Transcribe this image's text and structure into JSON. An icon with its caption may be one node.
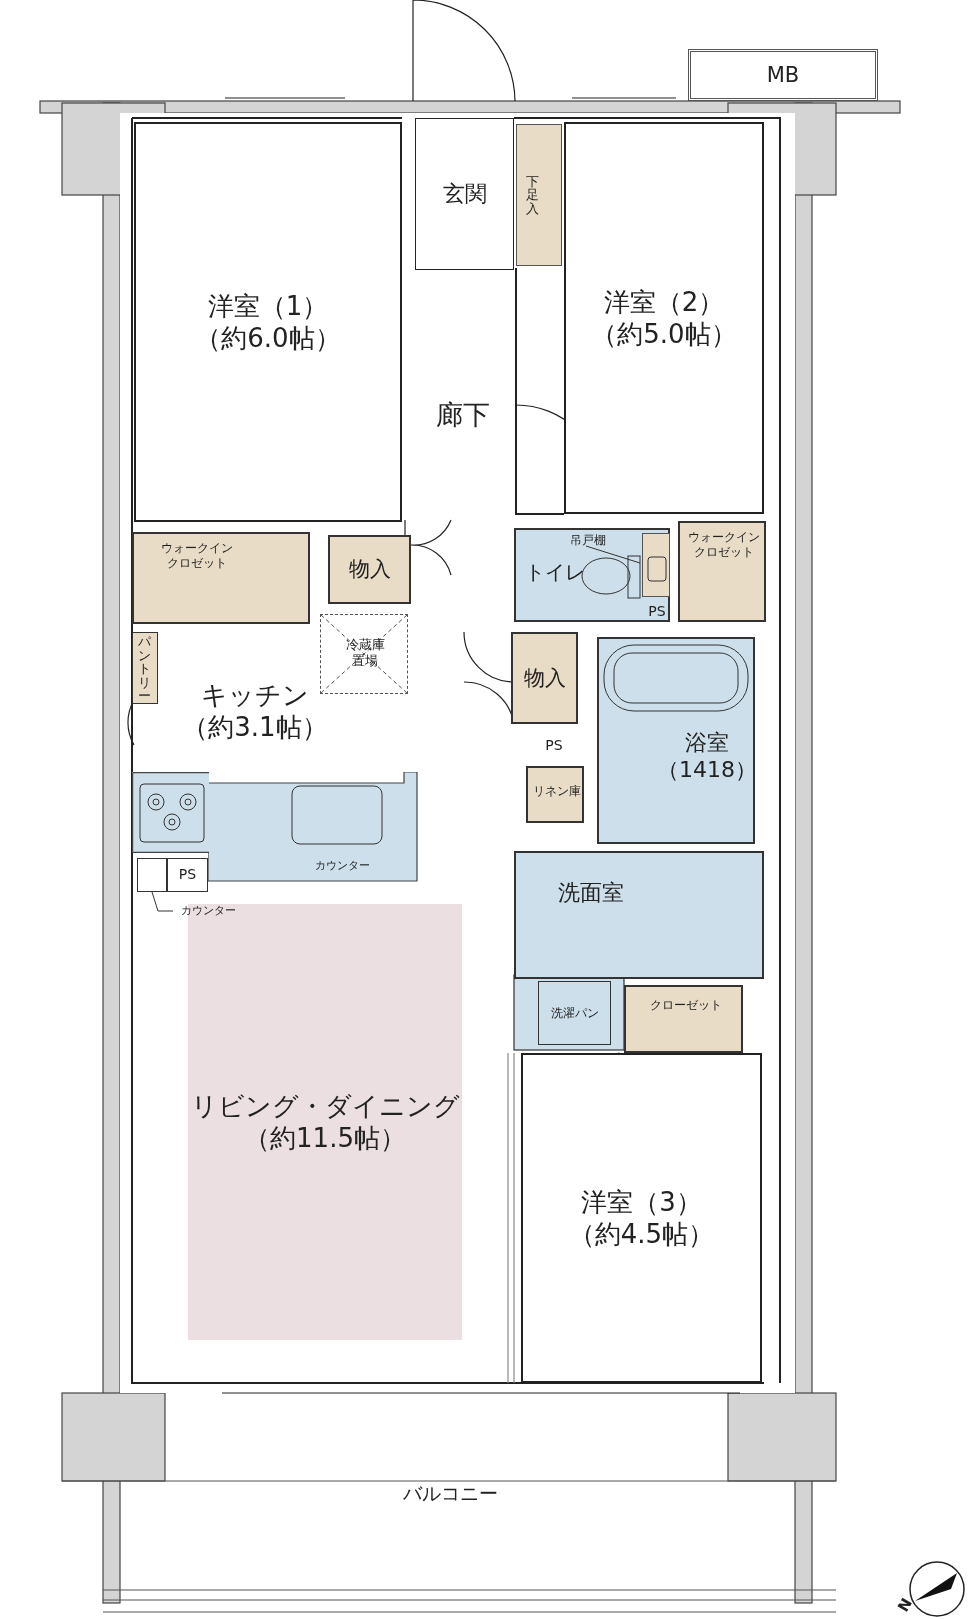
{
  "diagram": {
    "nodes": [
      {
        "text": [
          "MB"
        ]
      },
      {
        "text": [
          "玄関"
        ]
      },
      {
        "text": [
          "下足入"
        ]
      },
      {
        "text": [
          "洋室（1）",
          "（約6.0帖）"
        ]
      },
      {
        "text": [
          "洋室（2）",
          "（約5.0帖）"
        ]
      },
      {
        "text": [
          "廊下"
        ]
      },
      {
        "text": [
          "ウォークインクロゼット"
        ]
      },
      {
        "text": [
          "物入"
        ]
      },
      {
        "text": [
          "トイレ"
        ]
      },
      {
        "text": [
          "吊戸棚"
        ],
        "in": 8
      },
      {
        "text": [],
        "shape": "box",
        "in": 8
      },
      {
        "text": [
          "ウォークインクロゼット"
        ]
      },
      {
        "text": [
          "冷蔵庫置場"
        ]
      },
      {
        "text": [
          "パントリー"
        ]
      },
      {
        "text": [
          "キッチン",
          "（約3.1帖）"
        ]
      },
      {
        "text": [
          "物入"
        ]
      },
      {
        "text": [
          "浴室",
          "（1418）"
        ]
      },
      {
        "text": [
          "リネン庫"
        ]
      },
      {
        "text": [
          "カウンター"
        ]
      },
      {
        "text": [],
        "shape": "box"
      },
      {
        "text": [
          "PS"
        ]
      },
      {
        "text": [
          "カウンター"
        ]
      },
      {
        "text": [
          "洗面室"
        ]
      },
      {
        "text": [
          "洗濯パン"
        ]
      },
      {
        "text": [
          "クローゼット"
        ]
      },
      {
        "text": [
          "リビング・ダイニング",
          "（約11.5帖）"
        ]
      },
      {
        "text": [
          "洋室（3）",
          "（約4.5帖）"
        ]
      }
    ],
    "edges": [
      {
        "from": 9,
        "to": 10,
        "arrow": "none"
      },
      {
        "from": 21,
        "to": 19,
        "arrow": "none"
      }
    ],
    "labels": [
      "PS",
      "PS",
      "バルコニー",
      "N"
    ]
  }
}
